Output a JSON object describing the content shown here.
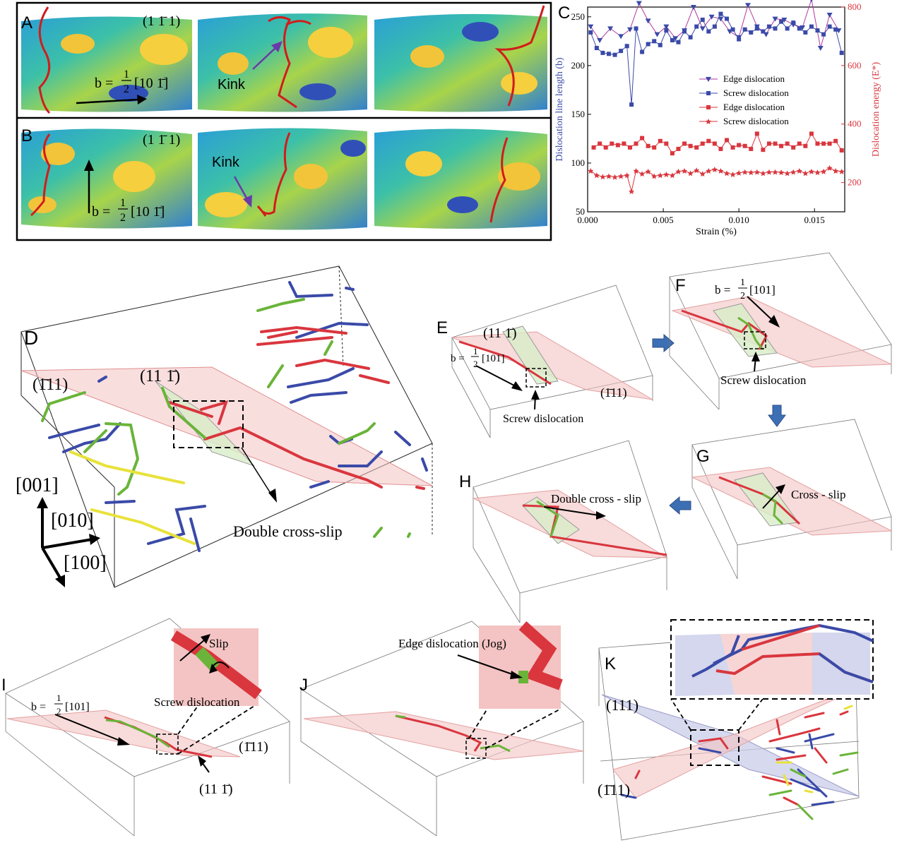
{
  "panels": {
    "A": {
      "letter": "A",
      "plane": "(1 1̄ 1)",
      "burgers_prefix": "b =",
      "burgers_vec": "[10 1̄]",
      "kink": "Kink"
    },
    "B": {
      "letter": "B",
      "plane": "(1 1̄ 1)",
      "burgers_prefix": "b =",
      "burgers_vec": "[10 1̄]",
      "kink": "Kink"
    },
    "C": {
      "letter": "C"
    },
    "D": {
      "letter": "D",
      "plane1": "(1̄11)",
      "plane2": "(11 1̄)",
      "annotation": "Double  cross-slip",
      "axis_z": "[001]",
      "axis_y": "[010]",
      "axis_x": "[100]"
    },
    "E": {
      "letter": "E",
      "plane1": "(11 1̄)",
      "plane2": "(1̄11)",
      "burgers_vec": "[101]",
      "annotation": "Screw dislocation"
    },
    "F": {
      "letter": "F",
      "burgers_prefix": "b =",
      "burgers_vec": "[101]",
      "annotation": "Screw dislocation"
    },
    "G": {
      "letter": "G",
      "annotation": "Cross - slip"
    },
    "H": {
      "letter": "H",
      "annotation": "Double cross - slip"
    },
    "I": {
      "letter": "I",
      "burgers_prefix": "b =",
      "burgers_vec": "[101]",
      "slip": "Slip",
      "screw": "Screw dislocation",
      "plane1": "(1̄11)",
      "plane2": "(11 1̄)"
    },
    "J": {
      "letter": "J",
      "annotation": "Edge dislocation (Jog)"
    },
    "K": {
      "letter": "K",
      "plane1": "(111)",
      "plane2": "(1̄11)"
    }
  },
  "fraction": {
    "num": "1",
    "den": "2"
  },
  "chart_data": {
    "type": "line",
    "xlabel": "Strain (%)",
    "ylabel_left": "Dislocation line length (b)",
    "ylabel_right": "Dislocation energy (E*)",
    "xlim": [
      0.0,
      0.017
    ],
    "ylim_left": [
      50,
      260
    ],
    "ylim_right": [
      100,
      800
    ],
    "xticks": [
      "0.000",
      "0.005",
      "0.010",
      "0.015"
    ],
    "yticks_left": [
      "50",
      "100",
      "150",
      "200",
      "250"
    ],
    "yticks_right": [
      "200",
      "400",
      "600",
      "800"
    ],
    "legend_position": "right",
    "colors": {
      "blue": "#3a4aa8",
      "red": "#d9363e",
      "magenta": "#b03aa0"
    },
    "series": [
      {
        "name": "Edge dislocation",
        "axis": "left",
        "marker": "triangle-down",
        "color": "#3a4aa8",
        "x": [
          0.0002,
          0.0008,
          0.0015,
          0.0022,
          0.0028,
          0.0034,
          0.004,
          0.0046,
          0.0052,
          0.0058,
          0.0064,
          0.007,
          0.0076,
          0.0082,
          0.0088,
          0.0094,
          0.01,
          0.0106,
          0.0112,
          0.0118,
          0.0124,
          0.013,
          0.0136,
          0.0142,
          0.0148,
          0.0154,
          0.016,
          0.0166
        ],
        "y": [
          240,
          226,
          238,
          230,
          237,
          264,
          246,
          232,
          240,
          228,
          236,
          260,
          238,
          250,
          248,
          235,
          229,
          262,
          240,
          232,
          248,
          247,
          242,
          239,
          268,
          218,
          252,
          236
        ]
      },
      {
        "name": "Screw dislocation",
        "axis": "left",
        "marker": "square",
        "color": "#3a4aa8",
        "x": [
          0.0002,
          0.0006,
          0.001,
          0.0014,
          0.0018,
          0.0022,
          0.0026,
          0.0029,
          0.0032,
          0.0036,
          0.004,
          0.0044,
          0.0048,
          0.0052,
          0.0056,
          0.006,
          0.0064,
          0.0068,
          0.0072,
          0.0076,
          0.008,
          0.0084,
          0.0088,
          0.0092,
          0.0096,
          0.01,
          0.0104,
          0.0108,
          0.0112,
          0.0116,
          0.012,
          0.0124,
          0.0128,
          0.0132,
          0.0136,
          0.014,
          0.0144,
          0.0148,
          0.0152,
          0.0156,
          0.016,
          0.0164,
          0.0168
        ],
        "y": [
          234,
          218,
          213,
          212,
          211,
          215,
          220,
          160,
          238,
          214,
          222,
          225,
          221,
          236,
          226,
          224,
          235,
          229,
          240,
          247,
          235,
          240,
          253,
          248,
          237,
          227,
          237,
          234,
          238,
          235,
          240,
          238,
          245,
          238,
          244,
          238,
          234,
          240,
          236,
          232,
          240,
          237,
          213
        ]
      },
      {
        "name": "Edge dislocation",
        "axis": "right",
        "marker": "square",
        "color": "#d9363e",
        "x": [
          0.0004,
          0.0008,
          0.0012,
          0.0016,
          0.002,
          0.0024,
          0.0028,
          0.0032,
          0.0036,
          0.004,
          0.0044,
          0.0048,
          0.0052,
          0.0056,
          0.006,
          0.0064,
          0.0068,
          0.0072,
          0.0076,
          0.008,
          0.0084,
          0.0088,
          0.0092,
          0.0096,
          0.01,
          0.0104,
          0.0108,
          0.0112,
          0.0116,
          0.012,
          0.0124,
          0.0128,
          0.0132,
          0.0136,
          0.014,
          0.0144,
          0.0148,
          0.0152,
          0.0156,
          0.016,
          0.0164,
          0.0168
        ],
        "y": [
          320,
          333,
          320,
          333,
          328,
          333,
          320,
          333,
          352,
          325,
          320,
          342,
          333,
          300,
          315,
          333,
          325,
          320,
          333,
          342,
          333,
          315,
          345,
          320,
          328,
          325,
          315,
          367,
          312,
          333,
          333,
          325,
          333,
          320,
          333,
          325,
          367,
          333,
          333,
          333,
          342,
          310
        ]
      },
      {
        "name": "Screw dislocation",
        "axis": "right",
        "marker": "star",
        "color": "#d9363e",
        "x": [
          0.0002,
          0.0006,
          0.001,
          0.0014,
          0.0018,
          0.0022,
          0.0026,
          0.0029,
          0.0032,
          0.0036,
          0.004,
          0.0044,
          0.0048,
          0.0052,
          0.0056,
          0.006,
          0.0064,
          0.0068,
          0.0072,
          0.0076,
          0.008,
          0.0084,
          0.0088,
          0.0092,
          0.0096,
          0.01,
          0.0104,
          0.0108,
          0.0112,
          0.0116,
          0.012,
          0.0124,
          0.0128,
          0.0132,
          0.0136,
          0.014,
          0.0144,
          0.0148,
          0.0152,
          0.0156,
          0.016,
          0.0164,
          0.0168
        ],
        "y": [
          240,
          225,
          220,
          222,
          219,
          222,
          225,
          170,
          240,
          230,
          238,
          222,
          225,
          228,
          225,
          238,
          240,
          232,
          242,
          230,
          240,
          245,
          240,
          232,
          228,
          233,
          236,
          235,
          236,
          232,
          236,
          236,
          235,
          232,
          236,
          240,
          232,
          238,
          235,
          238,
          250,
          240,
          238
        ]
      }
    ],
    "envelope_left": {
      "name": "",
      "color": "#b03aa0",
      "x": [
        0.0002,
        0.0008,
        0.0015,
        0.0022,
        0.0028,
        0.0034,
        0.004,
        0.0046,
        0.0052,
        0.0058,
        0.0064,
        0.007,
        0.0076,
        0.0082,
        0.0088,
        0.0094,
        0.01,
        0.0106,
        0.0112,
        0.0118,
        0.0124,
        0.013,
        0.0136,
        0.0142,
        0.0148,
        0.0154,
        0.016,
        0.0166
      ],
      "y": [
        240,
        226,
        238,
        230,
        237,
        264,
        246,
        232,
        240,
        228,
        236,
        260,
        238,
        250,
        248,
        235,
        229,
        262,
        240,
        232,
        248,
        247,
        242,
        239,
        268,
        218,
        252,
        236
      ]
    }
  }
}
